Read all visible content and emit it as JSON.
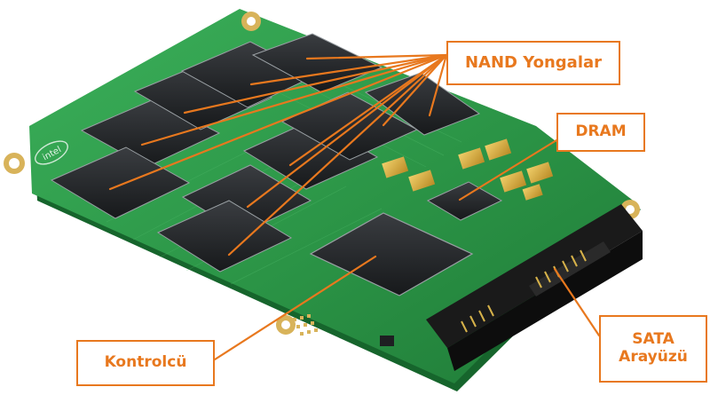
{
  "labels": {
    "nand": "NAND Yongalar",
    "dram": "DRAM",
    "controller": "Kontrolcü",
    "sata_line1": "SATA",
    "sata_line2": "Arayüzü"
  },
  "board": {
    "brand_mark": "intel"
  },
  "colors": {
    "accent": "#e8781e",
    "pcb": "#2e9a47",
    "chip": "#222427",
    "gold": "#d8a93a",
    "connector": "#1a1a1a"
  }
}
